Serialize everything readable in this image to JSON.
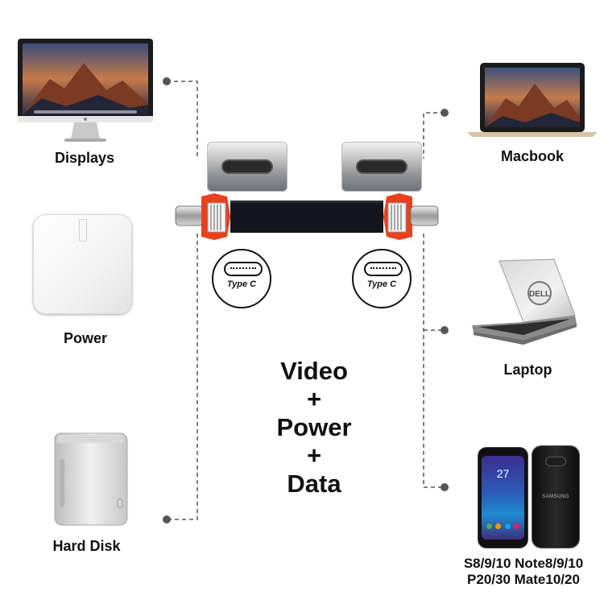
{
  "devices": {
    "displays": "Displays",
    "power": "Power",
    "hard_disk": "Hard Disk",
    "macbook": "Macbook",
    "laptop": "Laptop",
    "phones_line1": "S8/9/10 Note8/9/10",
    "phones_line2": "P20/30 Mate10/20"
  },
  "connector": {
    "left_badge": "Type C",
    "right_badge": "Type C"
  },
  "features": {
    "line1": "Video",
    "plus1": "+",
    "line2": "Power",
    "plus2": "+",
    "line3": "Data"
  },
  "colors": {
    "accent_red": "#e8401c",
    "cable_black": "#151520",
    "dash_line": "#555555"
  },
  "phone_screen": {
    "time": "27",
    "brand": "SAMSUNG"
  }
}
